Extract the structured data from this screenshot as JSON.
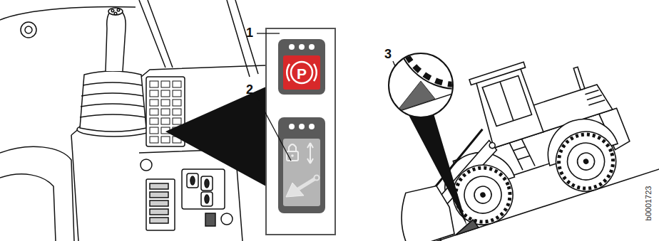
{
  "diagram": {
    "labels": [
      "1",
      "P",
      "2",
      "3",
      "b0001723"
    ]
  }
}
